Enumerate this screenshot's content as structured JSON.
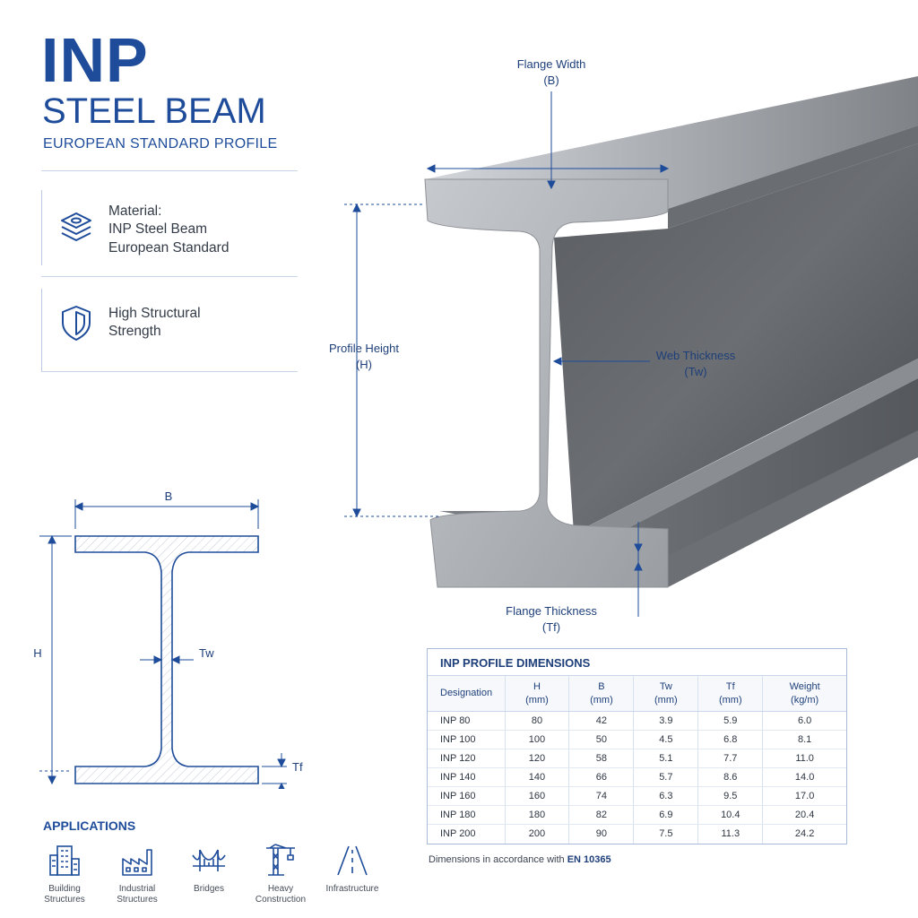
{
  "header": {
    "title": "INP",
    "subtitle": "STEEL BEAM",
    "tagline": "EUROPEAN STANDARD PROFILE"
  },
  "features": [
    {
      "icon": "layers-icon",
      "lines": [
        "Material:",
        "INP Steel Beam",
        "European Standard"
      ]
    },
    {
      "icon": "shield-icon",
      "lines": [
        "High Structural",
        "Strength"
      ]
    }
  ],
  "beam_labels": {
    "flange_width": [
      "Flange Width",
      "(B)"
    ],
    "profile_height": [
      "Profile Height",
      "(H)"
    ],
    "web_thickness": [
      "Web Thickness",
      "(Tw)"
    ],
    "flange_thickness": [
      "Flange Thickness",
      "(Tf)"
    ]
  },
  "section_labels": {
    "b": "B",
    "h": "H",
    "tw": "Tw",
    "tf": "Tf"
  },
  "applications": {
    "title": "APPLICATIONS",
    "items": [
      {
        "icon": "building-icon",
        "lines": [
          "Building",
          "Structures"
        ]
      },
      {
        "icon": "factory-icon",
        "lines": [
          "Industrial",
          "Structures"
        ]
      },
      {
        "icon": "bridge-icon",
        "lines": [
          "Bridges"
        ]
      },
      {
        "icon": "crane-icon",
        "lines": [
          "Heavy",
          "Construction"
        ]
      },
      {
        "icon": "road-icon",
        "lines": [
          "Infrastructure"
        ]
      }
    ]
  },
  "table": {
    "title": "INP PROFILE DIMENSIONS",
    "headers": [
      [
        "Designation"
      ],
      [
        "H",
        "(mm)"
      ],
      [
        "B",
        "(mm)"
      ],
      [
        "Tw",
        "(mm)"
      ],
      [
        "Tf",
        "(mm)"
      ],
      [
        "Weight",
        "(kg/m)"
      ]
    ],
    "rows": [
      [
        "INP 80",
        "80",
        "42",
        "3.9",
        "5.9",
        "6.0"
      ],
      [
        "INP 100",
        "100",
        "50",
        "4.5",
        "6.8",
        "8.1"
      ],
      [
        "INP 120",
        "120",
        "58",
        "5.1",
        "7.7",
        "11.0"
      ],
      [
        "INP 140",
        "140",
        "66",
        "5.7",
        "8.6",
        "14.0"
      ],
      [
        "INP 160",
        "160",
        "74",
        "6.3",
        "9.5",
        "17.0"
      ],
      [
        "INP 180",
        "180",
        "82",
        "6.9",
        "10.4",
        "20.4"
      ],
      [
        "INP 200",
        "200",
        "90",
        "7.5",
        "11.3",
        "24.2"
      ]
    ]
  },
  "footnote": {
    "text": "Dimensions in accordance with ",
    "standard": "EN 10365"
  },
  "colors": {
    "accent": "#1e4c9a",
    "steel_dark": "#55585d",
    "steel_light": "#b8bcc1"
  }
}
